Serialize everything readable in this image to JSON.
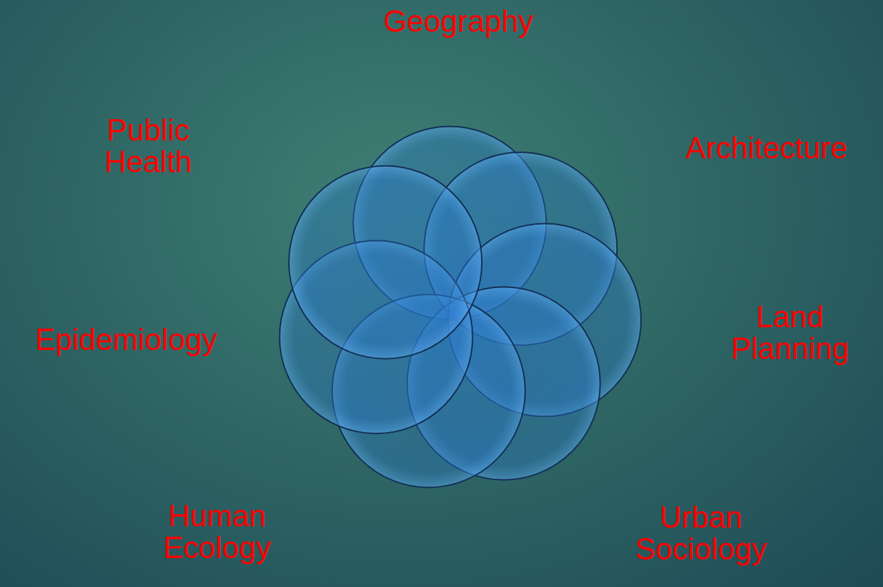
{
  "diagram": {
    "labels": [
      "Geography",
      "Public Health",
      "Architecture",
      "Epidemiology",
      "Land Planning",
      "Human Ecology",
      "Urban Sociology"
    ]
  }
}
